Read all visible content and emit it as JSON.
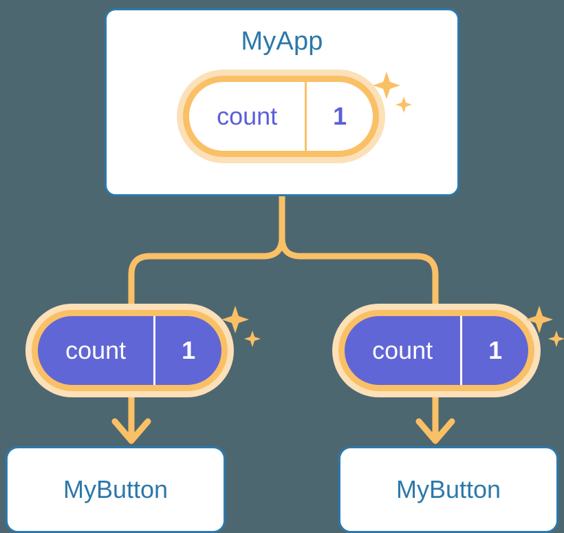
{
  "background_color": "#4d6771",
  "palette": {
    "card_border_blue": "#2b79ad",
    "title_blue": "#2c78aa",
    "pill_border_orange": "#fac066",
    "pill_halo_orange": "#fce0b8",
    "pill_fill_purple": "#6166d6",
    "pill_text_purple": "#5b5fd8",
    "pill_text_white": "#ffffff",
    "connector_orange": "#fac066"
  },
  "diagram": {
    "type": "component-state-flow",
    "root": {
      "title": "MyApp",
      "state_pill": {
        "key": "count",
        "value": "1",
        "style": "outline",
        "sparkle": true
      }
    },
    "children": [
      {
        "state_pill": {
          "key": "count",
          "value": "1",
          "style": "filled",
          "sparkle": true
        },
        "card_label": "MyButton"
      },
      {
        "state_pill": {
          "key": "count",
          "value": "1",
          "style": "filled",
          "sparkle": true
        },
        "card_label": "MyButton"
      }
    ]
  },
  "icons": {
    "sparkle_large": "sparkle-four-point-icon",
    "sparkle_small": "sparkle-four-point-small-icon",
    "arrow": "arrow-down-icon",
    "branch": "branch-connector-icon"
  }
}
